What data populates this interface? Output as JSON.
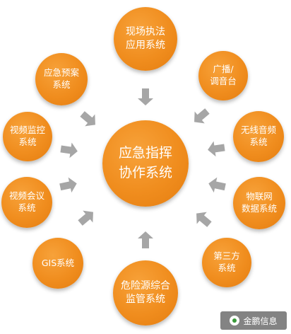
{
  "diagram": {
    "center": {
      "line1": "应急指挥",
      "line2": "协作系统"
    },
    "nodes": {
      "top": {
        "line1": "现场执法",
        "line2": "应用系统"
      },
      "upper_left": {
        "line1": "应急预案",
        "line2": "系统"
      },
      "upper_right": {
        "line1": "广播/",
        "line2": "调音台"
      },
      "left_upper": {
        "line1": "视频监控",
        "line2": "系统"
      },
      "right_upper": {
        "line1": "无线音频",
        "line2": "系统"
      },
      "left_lower": {
        "line1": "视频会议",
        "line2": "系统"
      },
      "right_lower": {
        "line1": "物联网",
        "line2": "数据系统"
      },
      "lower_left": {
        "line1": "GIS系统"
      },
      "lower_right": {
        "line1": "第三方",
        "line2": "系统"
      },
      "bottom": {
        "line1": "危险源综合",
        "line2": "监管系统"
      }
    },
    "colors": {
      "node_fill": "#f08d1e",
      "node_text": "#ffffff",
      "arrow": "#a6a6a6",
      "background": "#ffffff"
    }
  },
  "watermark": {
    "text": "金鹏信息",
    "icon": "wechat-logo-icon"
  }
}
